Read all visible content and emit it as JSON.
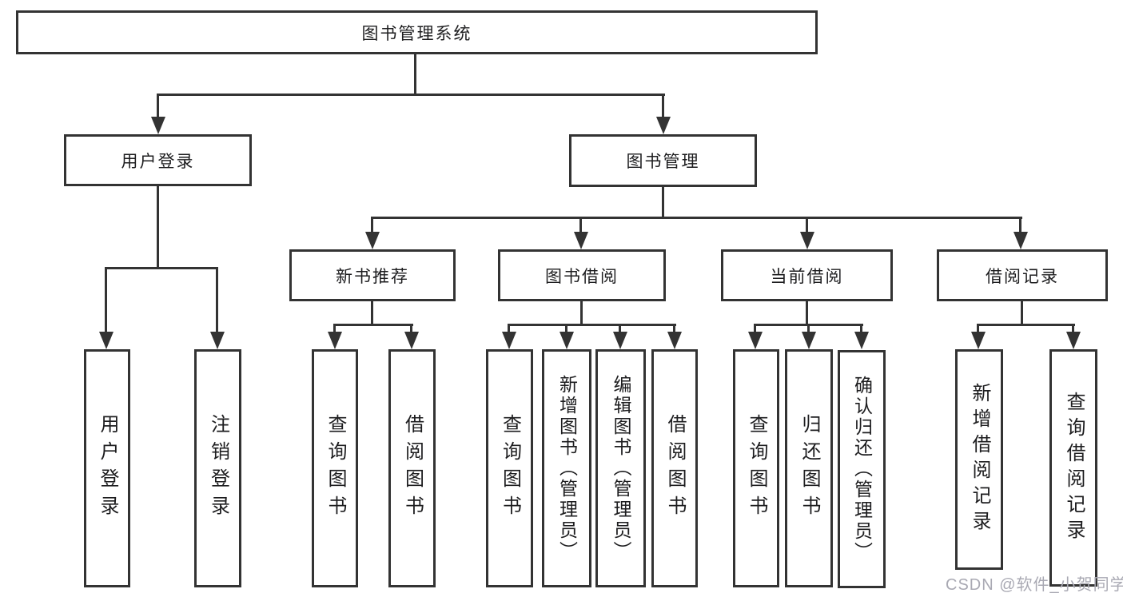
{
  "diagram": {
    "title": "图书管理系统",
    "level2": [
      {
        "label": "用户登录",
        "children": [
          "用户登录",
          "注销登录"
        ]
      },
      {
        "label": "图书管理"
      }
    ],
    "level3": [
      {
        "label": "新书推荐",
        "children": [
          "查询图书",
          "借阅图书"
        ]
      },
      {
        "label": "图书借阅",
        "children": [
          "查询图书",
          "新增图书（管理员）",
          "编辑图书（管理员）",
          "借阅图书"
        ]
      },
      {
        "label": "当前借阅",
        "children": [
          "查询图书",
          "归还图书",
          "确认归还（管理员）"
        ]
      },
      {
        "label": "借阅记录",
        "children": [
          "新增借阅记录",
          "查询借阅记录"
        ]
      }
    ]
  },
  "colors": {
    "line": "#333333",
    "text": "#1d1d1f",
    "watermark": "#a9a9b3",
    "background": "#ffffff"
  },
  "watermark": "CSDN @软件_小贺同学"
}
